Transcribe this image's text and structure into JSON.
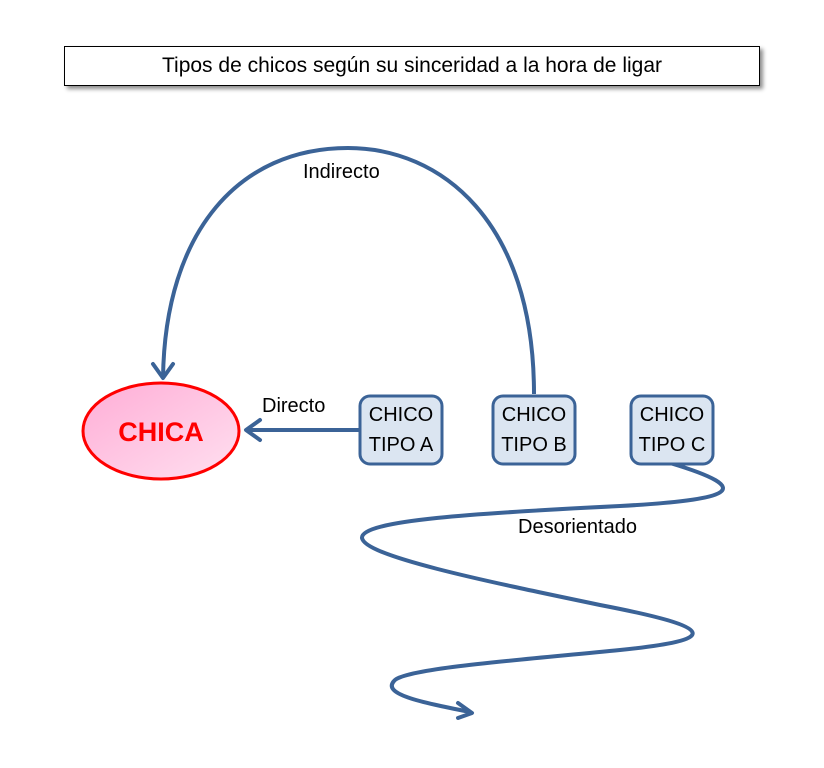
{
  "title": "Tipos de chicos según su sinceridad a la hora de ligar",
  "colors": {
    "connector": "#3b6397",
    "chica_border": "#ff0000",
    "chica_fill_start": "#ffadd6",
    "chica_fill_end": "#ffe0f0",
    "chica_text": "#ff0000",
    "box_border": "#3b6397",
    "box_fill": "#dbe5f1"
  },
  "nodes": {
    "chica": {
      "label": "CHICA"
    },
    "chico_a": {
      "line1": "CHICO",
      "line2": "TIPO A"
    },
    "chico_b": {
      "line1": "CHICO",
      "line2": "TIPO B"
    },
    "chico_c": {
      "line1": "CHICO",
      "line2": "TIPO C"
    }
  },
  "edges": {
    "directo": {
      "label": "Directo",
      "from": "CHICO TIPO A",
      "to": "CHICA"
    },
    "indirecto": {
      "label": "Indirecto",
      "from": "CHICO TIPO B",
      "to": "CHICA"
    },
    "desorientado": {
      "label": "Desorientado",
      "from": "CHICO TIPO C",
      "to": ""
    }
  }
}
